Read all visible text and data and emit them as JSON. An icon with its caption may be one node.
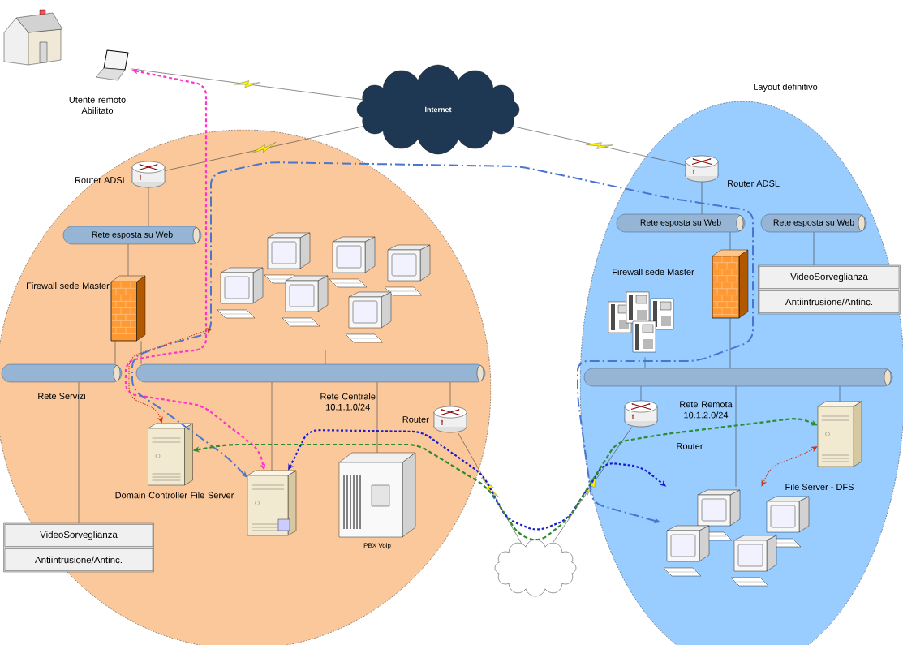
{
  "diagram": {
    "title": "Layout definitivo",
    "nodes": [
      {
        "text": [],
        "shape": "circle"
      },
      {
        "text": [],
        "shape": "circle"
      },
      {
        "text": [],
        "shape": "picture"
      },
      {
        "text": [
          "Utente remoto Abilitato"
        ]
      },
      {
        "text": [
          "Internet"
        ]
      },
      {
        "text": [
          "Router ADSL"
        ],
        "in": 0
      },
      {
        "text": [
          "Rete esposta su Web"
        ],
        "in": 0
      },
      {
        "text": [
          "Firewall sede Master"
        ],
        "in": 0
      },
      {
        "text": [
          "Rete Servizi"
        ],
        "in": 0
      },
      {
        "text": [
          "Rete Centrale 10.1.1.0/24"
        ],
        "in": 0
      },
      {
        "text": [
          "VideoSorveglianza",
          "Antiintrusione/Antinc."
        ],
        "in": 0
      },
      {
        "text": [],
        "shape": "picture",
        "in": 0
      },
      {
        "text": [
          "Domain Controller File Server"
        ],
        "in": 0
      },
      {
        "text": [],
        "shape": "picture",
        "in": 0
      },
      {
        "text": [
          "PBX Voip"
        ],
        "in": 0
      },
      {
        "text": [
          "Router"
        ],
        "in": 0
      },
      {
        "text": [],
        "shape": "cloud"
      },
      {
        "text": [
          "Router ADSL"
        ],
        "in": 1
      },
      {
        "text": [
          "Rete esposta su Web"
        ],
        "in": 1
      },
      {
        "text": [
          "Rete esposta su Web"
        ],
        "in": 1
      },
      {
        "text": [
          "Firewall sede Master"
        ],
        "in": 1
      },
      {
        "text": [
          "VideoSorveglianza",
          "Antiintrusione/Antinc."
        ],
        "in": 1
      },
      {
        "text": [],
        "shape": "picture",
        "in": 1
      },
      {
        "text": [
          "Rete Remota 10.1.2.0/24"
        ],
        "in": 1
      },
      {
        "text": [
          "Router"
        ],
        "in": 1
      },
      {
        "text": [
          "File Server - DFS"
        ],
        "in": 1
      },
      {
        "text": [],
        "shape": "picture",
        "in": 1
      }
    ],
    "edges": [
      {
        "from": 3,
        "to": 4,
        "arrow": "none"
      },
      {
        "from": 4,
        "to": 5,
        "arrow": "none"
      },
      {
        "from": 4,
        "to": 17,
        "arrow": "none"
      },
      {
        "from": 5,
        "to": 6,
        "arrow": "none"
      },
      {
        "from": 6,
        "to": 7,
        "arrow": "none"
      },
      {
        "from": 7,
        "to": 8,
        "arrow": "none"
      },
      {
        "from": 7,
        "to": 9,
        "arrow": "none"
      },
      {
        "from": 8,
        "to": 10,
        "arrow": "none"
      },
      {
        "from": 9,
        "to": 11,
        "arrow": "none"
      },
      {
        "from": 9,
        "to": 13,
        "arrow": "none"
      },
      {
        "from": 9,
        "to": 14,
        "arrow": "none"
      },
      {
        "from": 9,
        "to": 15,
        "arrow": "none"
      },
      {
        "from": 15,
        "to": 16,
        "arrow": "none"
      },
      {
        "from": 16,
        "to": 24,
        "arrow": "none"
      },
      {
        "from": 24,
        "to": 23,
        "arrow": "none"
      },
      {
        "from": 17,
        "to": 18,
        "arrow": "none"
      },
      {
        "from": 18,
        "to": 20,
        "arrow": "none"
      },
      {
        "from": 20,
        "to": 23,
        "arrow": "none"
      },
      {
        "from": 19,
        "to": 21,
        "arrow": "none"
      },
      {
        "from": 22,
        "to": 23,
        "arrow": "none"
      },
      {
        "from": 23,
        "to": 25,
        "arrow": "none"
      },
      {
        "from": 23,
        "to": 26,
        "arrow": "none"
      },
      {
        "from": 3,
        "to": 13,
        "arrow": "both",
        "style": "dashed",
        "color": "#ff33cc"
      },
      {
        "from": 13,
        "to": 26,
        "arrow": "both",
        "style": "dashed",
        "color": "#4a76d0"
      },
      {
        "from": 13,
        "to": 26,
        "arrow": "both",
        "style": "dashed",
        "color": "#1a1acc"
      },
      {
        "from": 12,
        "to": 25,
        "arrow": "both",
        "style": "dashed",
        "color": "#2e8b2e"
      },
      {
        "from": 11,
        "to": 12,
        "arrow": "both",
        "style": "dashed",
        "color": "#cc3311"
      },
      {
        "from": 25,
        "to": 26,
        "arrow": "both",
        "style": "dashed",
        "color": "#cc3311"
      }
    ]
  }
}
